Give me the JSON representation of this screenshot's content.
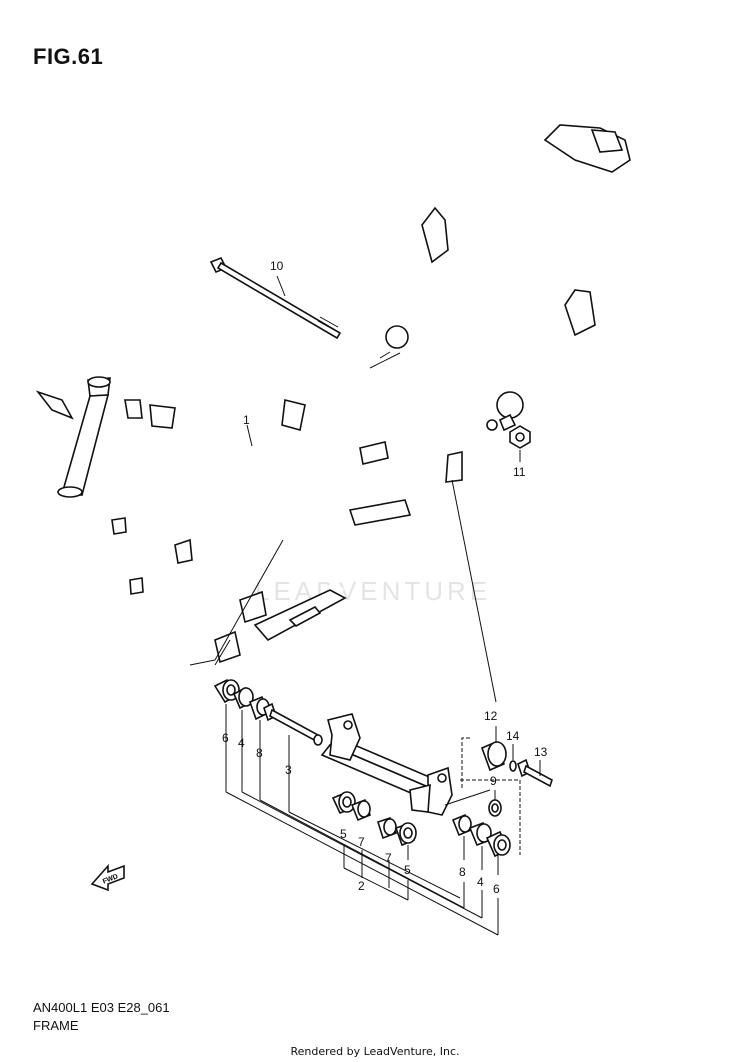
{
  "figure": {
    "title": "FIG.61"
  },
  "callouts": {
    "c1": "1",
    "c2": "2",
    "c3": "3",
    "c4a": "4",
    "c4b": "4",
    "c5a": "5",
    "c5b": "5",
    "c6a": "6",
    "c6b": "6",
    "c7a": "7",
    "c7b": "7",
    "c8a": "8",
    "c8b": "8",
    "c9": "9",
    "c10": "10",
    "c11": "11",
    "c12": "12",
    "c13": "13",
    "c14": "14"
  },
  "fwd_label": "FWD",
  "watermark": "LEADVENTURE",
  "footer": {
    "code": "AN400L1 E03 E28_061",
    "name": "FRAME"
  },
  "credit": "Rendered by LeadVenture, Inc.",
  "icons": {
    "fwd": "fwd-arrow-icon"
  }
}
